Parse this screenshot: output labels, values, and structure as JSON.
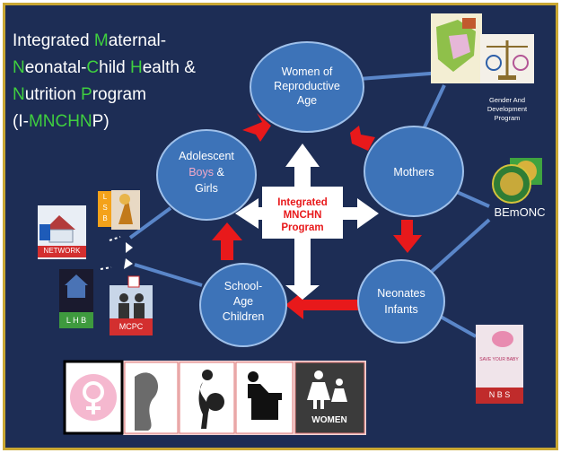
{
  "title": {
    "line1": {
      "a": "I",
      "b": "ntegrated ",
      "c": "M",
      "d": "aternal-"
    },
    "line2": {
      "a": "N",
      "b": "eonatal-",
      "c": "C",
      "d": "hild ",
      "e": "H",
      "f": "ealth &"
    },
    "line3": {
      "a": "N",
      "b": "utrition ",
      "c": "P",
      "d": "rogram"
    },
    "line4": {
      "a": "(I-",
      "b": "MNCHN",
      "c": "P)"
    }
  },
  "center": {
    "line1": "Integrated",
    "line2": "MNCHN",
    "line3": "Program"
  },
  "nodes": {
    "women": {
      "l1": "Women of",
      "l2": "Reproductive",
      "l3": "Age"
    },
    "mothers": {
      "l1": "Mothers"
    },
    "neonates": {
      "l1": "Neonates",
      "l2": "Infants"
    },
    "school": {
      "l1": "School-",
      "l2": "Age",
      "l3": "Children"
    },
    "adolescent": {
      "l1": "Adolescent",
      "l2a": "Boys",
      "l2b": " &",
      "l3": "Girls"
    }
  },
  "side_labels": {
    "gad": {
      "l1": "Gender And",
      "l2": "Development",
      "l3": "Program"
    },
    "bemonc": "BEmONC",
    "nbs": "N B S",
    "nbs_card": "SAVE YOUR BABY",
    "network": "NETWORK",
    "lsb": [
      "L",
      "S",
      "B"
    ],
    "lhb": "L H B",
    "mcpc": "MCPC",
    "women_sign": "WOMEN"
  },
  "colors": {
    "background": "#1d2d55",
    "border": "#c9a733",
    "bubble": "#3d73b8",
    "red_arrow": "#e8191b",
    "green": "#3fcf3f"
  }
}
